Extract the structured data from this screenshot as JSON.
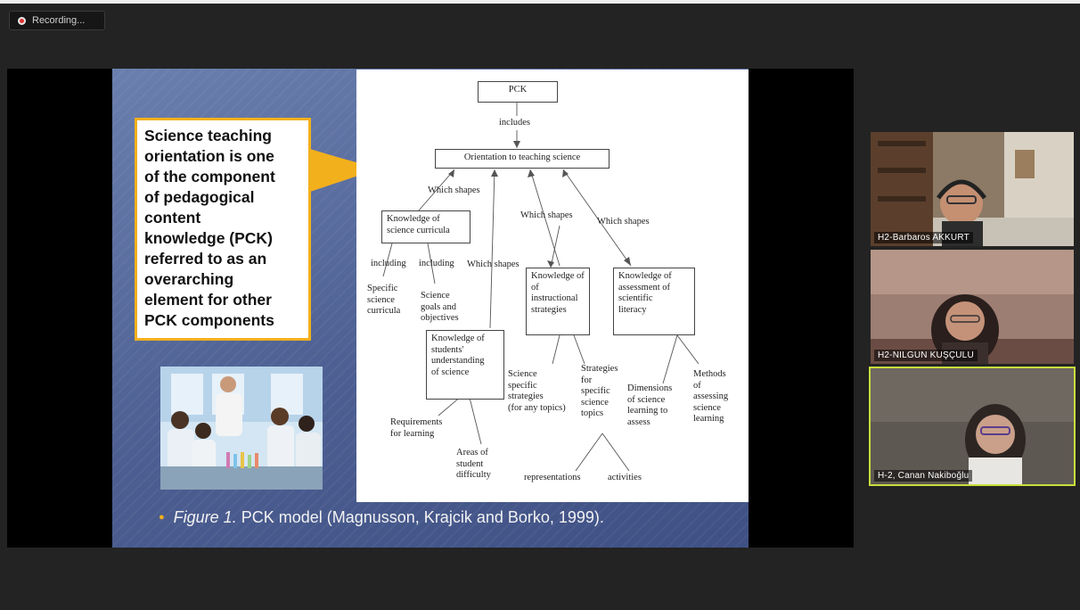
{
  "recording": {
    "label": "Recording..."
  },
  "slide": {
    "text_box_lines": [
      "Science teaching",
      "orientation is one",
      "of the component",
      "of pedagogical",
      "content",
      "knowledge (PCK)",
      "referred to as an",
      "overarching",
      "element for other",
      "PCK components"
    ],
    "caption_figure": "Figure 1.",
    "caption_rest": "PCK model (Magnusson, Krajcik and Borko, 1999)."
  },
  "diagram": {
    "pck": "PCK",
    "includes": "includes",
    "orientation": "Orientation to teaching science",
    "which_shapes_1": "Which shapes",
    "which_shapes_2": "Which shapes",
    "which_shapes_3": "Which shapes",
    "which_shapes_4": "Which shapes",
    "curricula_lines": [
      "Knowledge of",
      "science curricula"
    ],
    "including_1": "including",
    "including_2": "including",
    "specific_curricula_lines": [
      "Specific",
      "science",
      "curricula"
    ],
    "goals_lines": [
      "Science",
      "goals and",
      "objectives"
    ],
    "students_lines": [
      "Knowledge of",
      "students'",
      "understanding",
      "of science"
    ],
    "requirements_lines": [
      "Requirements",
      "for learning"
    ],
    "difficulty_lines": [
      "Areas of",
      "student",
      "difficulty"
    ],
    "instructional_lines": [
      "Knowledge of",
      "of",
      "instructional",
      "strategies"
    ],
    "science_specific_lines": [
      "Science",
      "specific",
      "strategies",
      "(for any topics)"
    ],
    "topic_specific_lines": [
      "Strategies",
      "for",
      "specific",
      "science",
      "topics"
    ],
    "representations": "representations",
    "activities": "activities",
    "assessment_lines": [
      "Knowledge of",
      "assessment of",
      "scientific",
      "literacy"
    ],
    "dimensions_lines": [
      "Dimensions",
      "of science",
      "learning to",
      "assess"
    ],
    "methods_lines": [
      "Methods",
      "of",
      "assessing",
      "science",
      "learning"
    ]
  },
  "participants": [
    {
      "name": "H2-Barbaros AKKURT"
    },
    {
      "name": "H2-NILGUN KUŞÇULU"
    },
    {
      "name": "H-2, Canan Nakiboğlu"
    }
  ],
  "colors": {
    "accent_orange": "#f2b01c",
    "active_speaker": "#c8de3c"
  }
}
